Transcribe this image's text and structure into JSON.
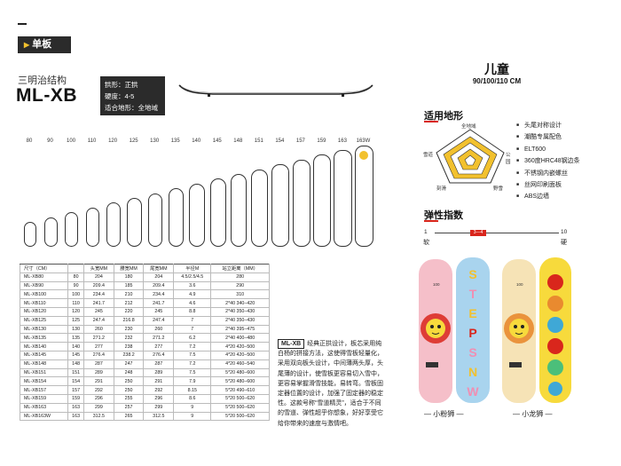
{
  "header": {
    "category": "单板"
  },
  "product": {
    "structure": "三明治结构",
    "model": "ML-XB",
    "specs": [
      "拱形：正拱",
      "硬度：4-5",
      "适合地形：全地域"
    ]
  },
  "sizes": [
    "80",
    "90",
    "100",
    "110",
    "120",
    "125",
    "130",
    "135",
    "140",
    "145",
    "148",
    "151",
    "154",
    "157",
    "159",
    "163",
    "163W"
  ],
  "table": {
    "headers": [
      "尺寸（CM）",
      "头宽MM",
      "腰宽MM",
      "尾宽MM",
      "半径M",
      "站立距离（MM）"
    ],
    "rows": [
      [
        "ML-XB80",
        "80",
        "204",
        "180",
        "204",
        "4.5/2.5/4.5",
        "280"
      ],
      [
        "ML-XB90",
        "90",
        "209.4",
        "185",
        "209.4",
        "3.6",
        "290"
      ],
      [
        "ML-XB100",
        "100",
        "234.4",
        "210",
        "234.4",
        "4.9",
        "310"
      ],
      [
        "ML-XB110",
        "110",
        "241.7",
        "212",
        "241.7",
        "4.6",
        "2*40  340–420"
      ],
      [
        "ML-XB120",
        "120",
        "245",
        "220",
        "245",
        "8.8",
        "2*40  350–430"
      ],
      [
        "ML-XB125",
        "125",
        "247.4",
        "216.8",
        "247.4",
        "7",
        "2*40  350–430"
      ],
      [
        "ML-XB130",
        "130",
        "260",
        "230",
        "260",
        "7",
        "2*40  395–475"
      ],
      [
        "ML-XB135",
        "135",
        "271.2",
        "232",
        "271.2",
        "6.2",
        "2*40  400–480"
      ],
      [
        "ML-XB140",
        "140",
        "277",
        "238",
        "277",
        "7.2",
        "4*20  420–500"
      ],
      [
        "ML-XB145",
        "145",
        "276.4",
        "238.2",
        "276.4",
        "7.5",
        "4*20  420–500"
      ],
      [
        "ML-XB148",
        "148",
        "287",
        "247",
        "287",
        "7.2",
        "4*20  460–540"
      ],
      [
        "ML-XB151",
        "151",
        "289",
        "248",
        "289",
        "7.5",
        "5*20  480–600"
      ],
      [
        "ML-XB154",
        "154",
        "291",
        "250",
        "291",
        "7.9",
        "5*20  480–600"
      ],
      [
        "ML-XB157",
        "157",
        "292",
        "250",
        "292",
        "8.15",
        "5*20  490–610"
      ],
      [
        "ML-XB159",
        "159",
        "296",
        "255",
        "296",
        "8.6",
        "5*20  500–620"
      ],
      [
        "ML-XB163",
        "163",
        "299",
        "257",
        "299",
        "9",
        "5*20  500–620"
      ],
      [
        "ML-XB163W",
        "163",
        "312.5",
        "265",
        "312.5",
        "9",
        "5*20  500–620"
      ]
    ]
  },
  "description": {
    "tag": "ML-XB",
    "text": "经典正拱设计，板芯采用纯白杨的拼接方法，这使得雪板轻量化，采用双向板头设计，中间薄两头厚，头尾薄的设计，使雪板更容易切入雪中，更容易掌握滑雪技能，易转弯。雪板固定器位置的设计，加强了固定器的稳定性。这款号称“雪道精灵”，适合于不同的雪道、弹性超乎你想象，好好享受它给你带来的速度与激情吧。"
  },
  "kids": {
    "title": "儿童",
    "sizes": "90/100/110 CM"
  },
  "terrain": {
    "title": "适用地形",
    "labels": {
      "all": "全地域",
      "park": "公园",
      "snow_road": "雪道",
      "carving": "刻滑",
      "backcountry": "野雪"
    }
  },
  "features": [
    "头尾对称设计",
    "潮酷专属配色",
    "ELT600",
    "360度HRC48钢边条",
    "不锈钢内嵌螺丝",
    "丝网印刷面板",
    "ABS边墙"
  ],
  "flex": {
    "title": "弹性指数",
    "min": "1",
    "max": "10",
    "range": "3—4",
    "soft": "软",
    "hard": "硬",
    "level_fraction": 0.35
  },
  "boards": {
    "left_name": "小粉狮",
    "right_name": "小龙狮",
    "left_top_text": "100",
    "right_top_text": "100",
    "colors": {
      "pink": "#f5bfc9",
      "light_blue": "#a9d4ee",
      "cream": "#f6e3b6",
      "yellow": "#f7da3c",
      "accent_red": "#d9261c"
    }
  }
}
